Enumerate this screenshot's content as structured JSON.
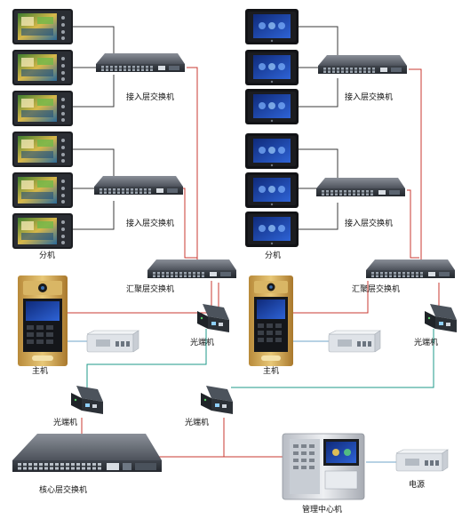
{
  "labels": {
    "access_switch": "接入层交换机",
    "aggregation_switch": "汇聚层交换机",
    "core_switch": "核心层交换机",
    "fiber_transceiver": "光端机",
    "indoor_unit": "分机",
    "door_station": "主机",
    "management_center": "管理中心机",
    "power_supply": "电源"
  },
  "colors": {
    "copper_cable": "#c83a32",
    "fiber_cable": "#1d9a8a",
    "data_cable": "#3a3a3a",
    "power_cable": "#6fa6c8"
  },
  "icons": [
    "indoor-monitor-icon",
    "network-switch-icon",
    "door-station-icon",
    "fiber-transceiver-icon",
    "power-supply-icon",
    "management-center-icon"
  ]
}
